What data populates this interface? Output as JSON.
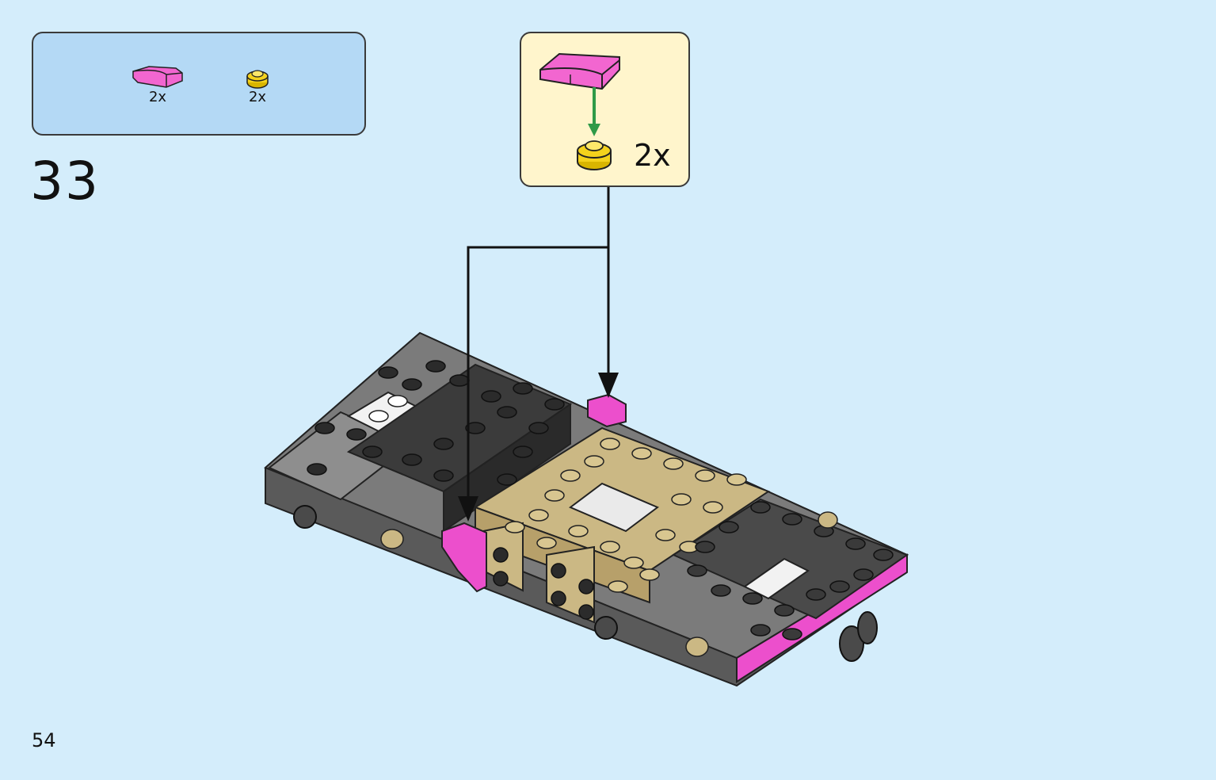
{
  "parts_list": {
    "items": [
      {
        "icon": "pink-curved-slope-icon",
        "quantity": "2x",
        "color": "#f266d0"
      },
      {
        "icon": "yellow-round-plate-icon",
        "quantity": "2x",
        "color": "#f4d21c"
      }
    ]
  },
  "step": {
    "number": "33"
  },
  "callout": {
    "quantity": "2x",
    "arrow_color": "#2e9a47",
    "parts": [
      "pink-curved-slope-icon",
      "yellow-round-plate-icon"
    ]
  },
  "model": {
    "icon": "vehicle-chassis-assembly-icon",
    "colors": {
      "dark": "#3b3b3b",
      "gray": "#777777",
      "tan": "#cbb884",
      "pink": "#ec4fcc",
      "white": "#f2f2f2"
    }
  },
  "page": {
    "number": "54"
  }
}
